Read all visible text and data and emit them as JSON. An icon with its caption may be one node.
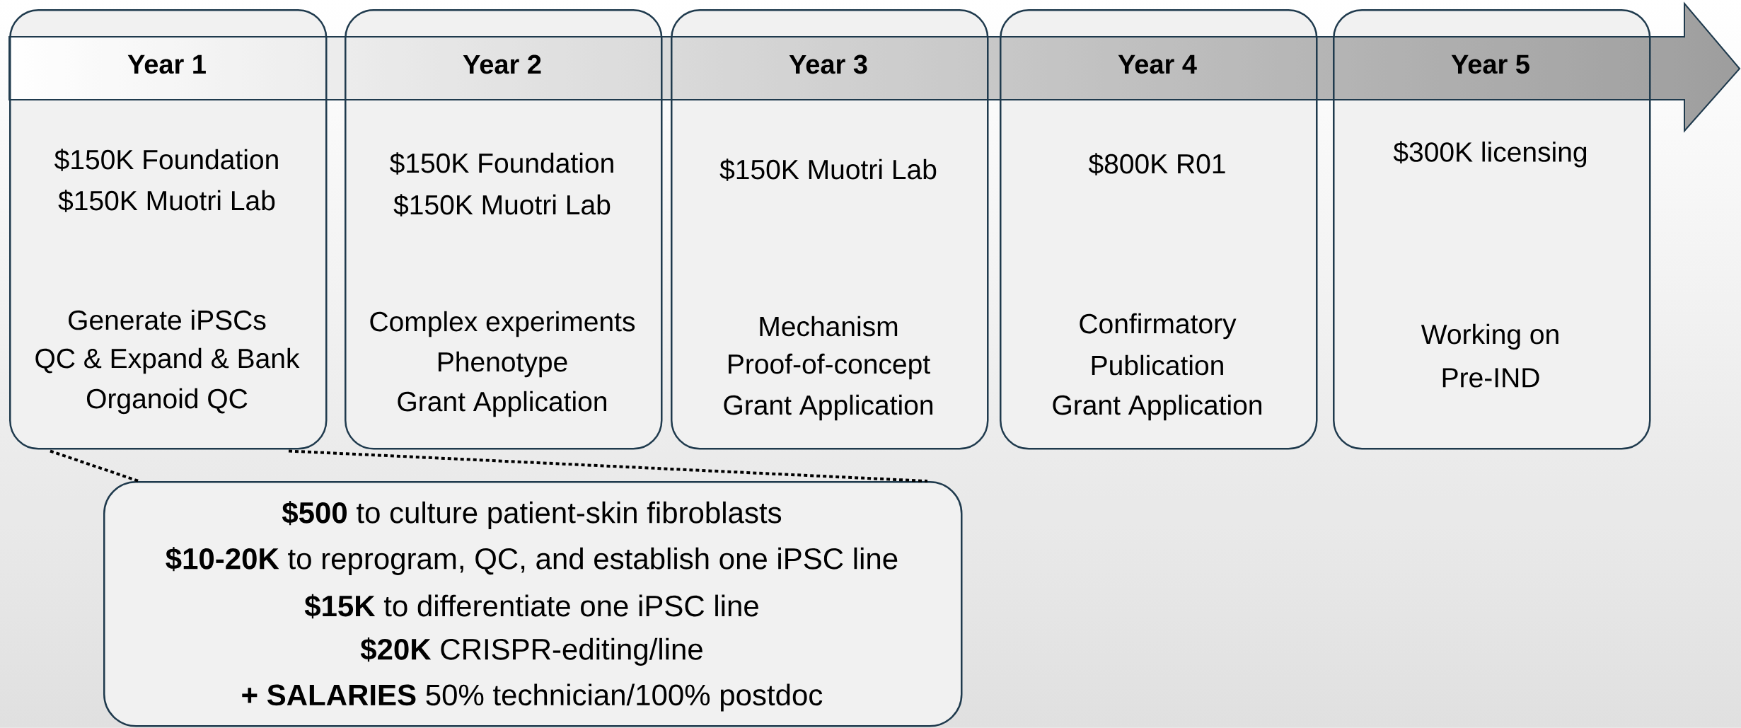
{
  "diagram": {
    "nodes": [
      {
        "text": [
          "Year 1",
          "$150K Foundation",
          "$150K Muotri Lab",
          "Generate iPSCs",
          "QC & Expand & Bank",
          "Organoid QC"
        ]
      },
      {
        "text": [
          "Year 2",
          "$150K Foundation",
          "$150K Muotri Lab",
          "Complex experiments",
          "Phenotype",
          "Grant Application"
        ]
      },
      {
        "text": [
          "Year 3",
          "$150K Muotri Lab",
          "Mechanism",
          "Proof-of-concept",
          "Grant Application"
        ]
      },
      {
        "text": [
          "Year 4",
          "$800K R01",
          "Confirmatory",
          "Publication",
          "Grant Application"
        ]
      },
      {
        "text": [
          "Year 5",
          "$300K licensing",
          "Working on",
          "Pre-IND"
        ]
      },
      {
        "text": [
          "**$500** to culture patient-skin fibroblasts",
          "**$10-20K** to reprogram, QC, and establish one iPSC line",
          "**$15K** to differentiate one iPSC line",
          "**$20K** CRISPR-editing/line",
          "**+ SALARIES** 50% technician/100% postdoc"
        ]
      }
    ],
    "edges": [
      {
        "from": 0,
        "to": 5,
        "arrow": "none",
        "style": "dashed"
      },
      {
        "from": 0,
        "to": 5,
        "arrow": "none",
        "style": "dashed"
      }
    ]
  }
}
